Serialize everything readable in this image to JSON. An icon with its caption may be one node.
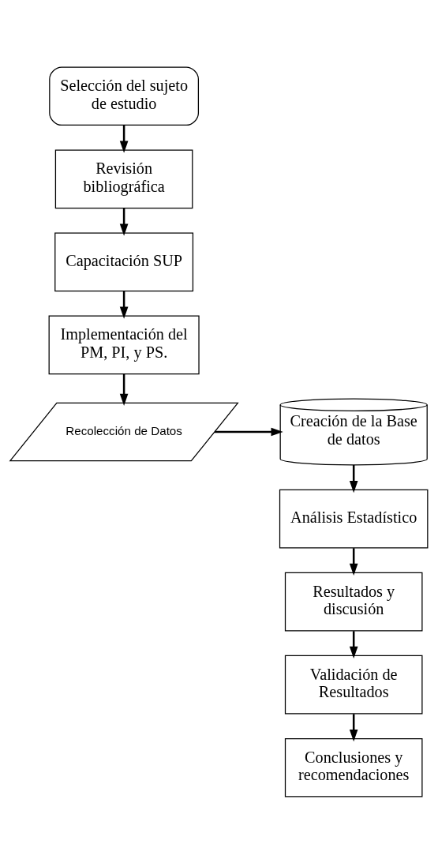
{
  "diagram": {
    "nodes": [
      {
        "text": [
          "Selección del sujeto de estudio"
        ]
      },
      {
        "text": [
          "Revisión bibliográfica"
        ]
      },
      {
        "text": [
          "Capacitación SUP"
        ]
      },
      {
        "text": [
          "Implementación del PM, PI, y PS."
        ]
      },
      {
        "text": [
          "Recolección de Datos"
        ]
      },
      {
        "text": [
          "Creación de la Base de datos"
        ]
      },
      {
        "text": [
          "Análisis Estadístico"
        ]
      },
      {
        "text": [
          "Resultados y discusión"
        ]
      },
      {
        "text": [
          "Validación de Resultados"
        ]
      },
      {
        "text": [
          "Conclusiones y recomendaciones"
        ]
      }
    ],
    "edges": [
      {
        "from": 0,
        "to": 1,
        "arrow": "to"
      },
      {
        "from": 1,
        "to": 2,
        "arrow": "to"
      },
      {
        "from": 2,
        "to": 3,
        "arrow": "to"
      },
      {
        "from": 3,
        "to": 4,
        "arrow": "to"
      },
      {
        "from": 4,
        "to": 5,
        "arrow": "to"
      },
      {
        "from": 5,
        "to": 6,
        "arrow": "to"
      },
      {
        "from": 6,
        "to": 7,
        "arrow": "to"
      },
      {
        "from": 7,
        "to": 8,
        "arrow": "to"
      },
      {
        "from": 8,
        "to": 9,
        "arrow": "to"
      }
    ]
  }
}
